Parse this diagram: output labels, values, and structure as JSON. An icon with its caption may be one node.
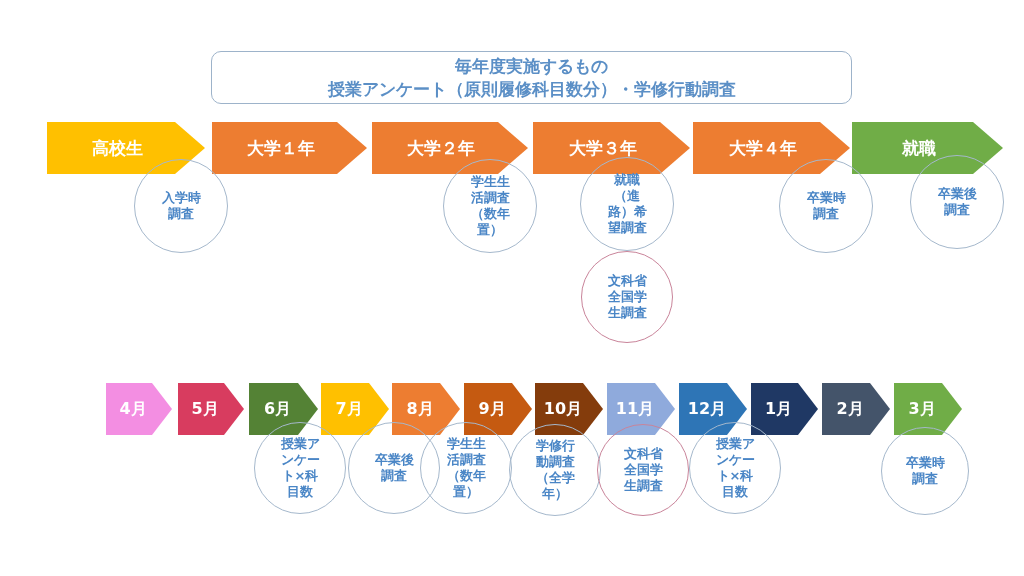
{
  "diagram": {
    "nodes": [
      {
        "text": [
          "毎年度実施するもの",
          "授業アンケート（原則履修科目数分）・学修行動調査"
        ]
      },
      {
        "text": [
          "高校生"
        ]
      },
      {
        "text": [
          "大学１年"
        ]
      },
      {
        "text": [
          "大学２年"
        ]
      },
      {
        "text": [
          "大学３年"
        ]
      },
      {
        "text": [
          "大学４年"
        ]
      },
      {
        "text": [
          "就職"
        ]
      },
      {
        "text": [
          "入学時調査"
        ]
      },
      {
        "text": [
          "学生生活調査（数年置）"
        ]
      },
      {
        "text": [
          "就職（進路）希望調査"
        ]
      },
      {
        "text": [
          "文科省全国学生調査"
        ]
      },
      {
        "text": [
          "卒業時調査"
        ]
      },
      {
        "text": [
          "卒業後調査"
        ]
      },
      {
        "text": [
          "4月"
        ]
      },
      {
        "text": [
          "5月"
        ]
      },
      {
        "text": [
          "6月"
        ]
      },
      {
        "text": [
          "7月"
        ]
      },
      {
        "text": [
          "8月"
        ]
      },
      {
        "text": [
          "9月"
        ]
      },
      {
        "text": [
          "10月"
        ]
      },
      {
        "text": [
          "11月"
        ]
      },
      {
        "text": [
          "12月"
        ]
      },
      {
        "text": [
          "1月"
        ]
      },
      {
        "text": [
          "2月"
        ]
      },
      {
        "text": [
          "3月"
        ]
      },
      {
        "text": [
          "授業アンケート×科目数"
        ]
      },
      {
        "text": [
          "卒業後調査"
        ]
      },
      {
        "text": [
          "学生生活調査（数年置）"
        ]
      },
      {
        "text": [
          "学修行動調査（全学年）"
        ]
      },
      {
        "text": [
          "文科省全国学生調査"
        ]
      },
      {
        "text": [
          "授業アンケート×科目数"
        ]
      },
      {
        "text": [
          "卒業時調査"
        ]
      }
    ]
  }
}
